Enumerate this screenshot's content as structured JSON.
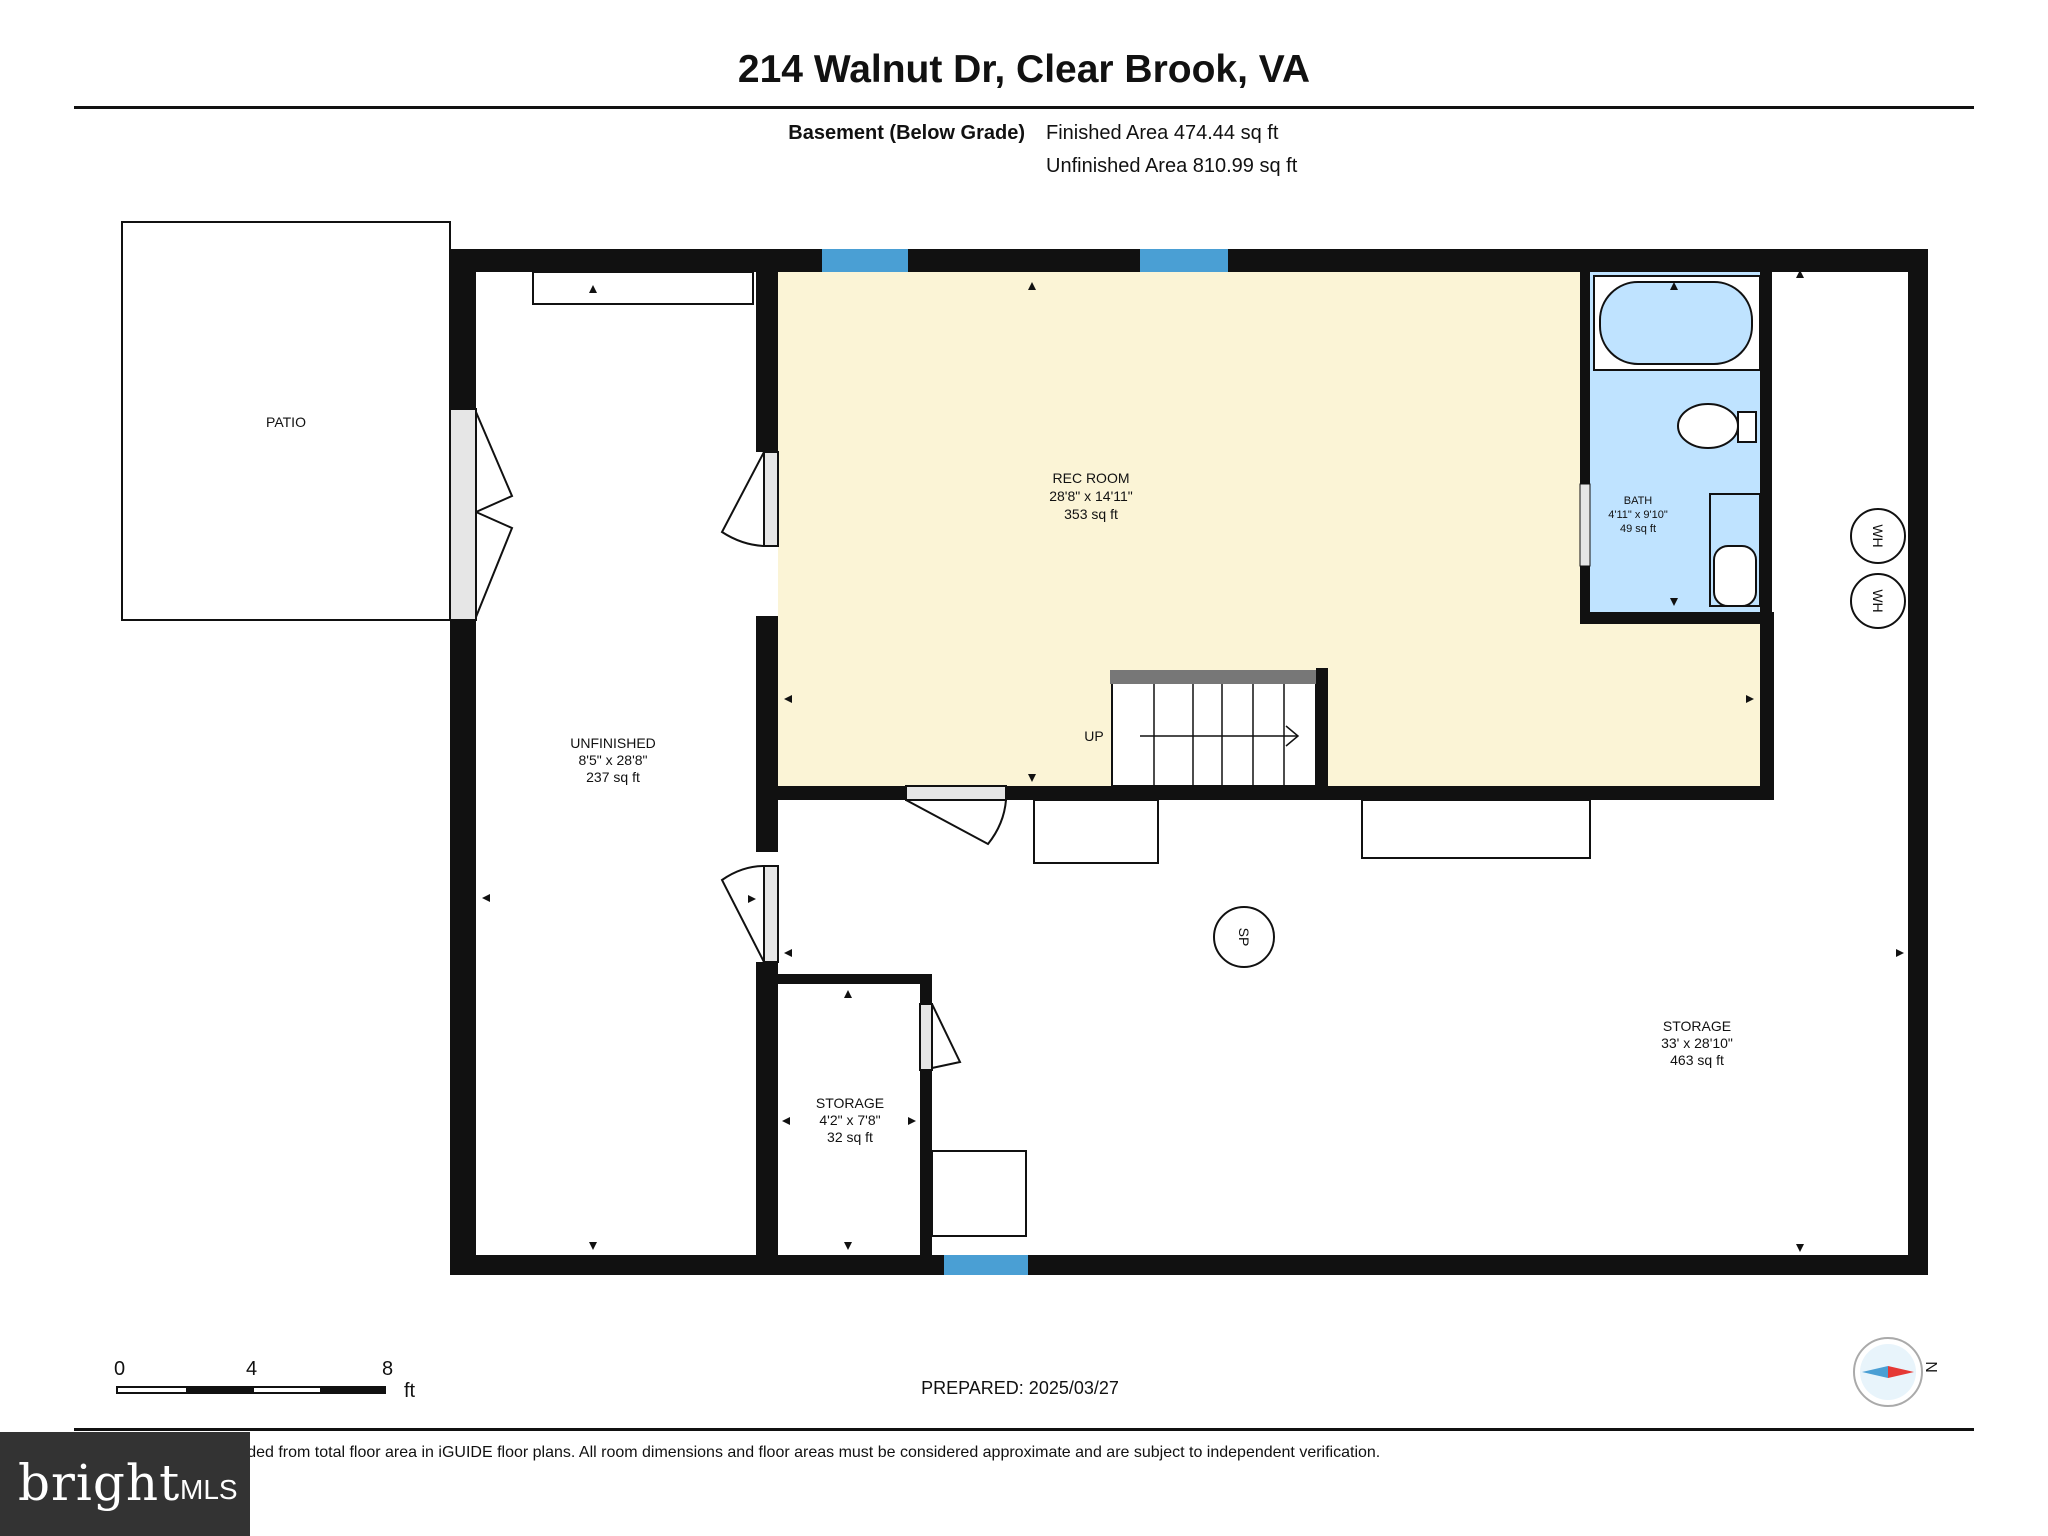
{
  "title": "214 Walnut Dr, Clear Brook, VA",
  "level": {
    "name": "Basement (Below Grade)",
    "finished_area": "Finished Area 474.44 sq ft",
    "unfinished_area": "Unfinished Area 810.99 sq ft"
  },
  "rooms": {
    "patio": {
      "name": "PATIO"
    },
    "rec_room": {
      "name": "REC ROOM",
      "dims": "28'8\" x 14'11\"",
      "area": "353 sq ft"
    },
    "bath": {
      "name": "BATH",
      "dims": "4'11\" x 9'10\"",
      "area": "49 sq ft"
    },
    "unfinished": {
      "name": "UNFINISHED",
      "dims": "8'5\" x 28'8\"",
      "area": "237 sq ft"
    },
    "storage_small": {
      "name": "STORAGE",
      "dims": "4'2\" x 7'8\"",
      "area": "32 sq ft"
    },
    "storage_large": {
      "name": "STORAGE",
      "dims": "33' x 28'10\"",
      "area": "463 sq ft"
    }
  },
  "symbols": {
    "stairs": "UP",
    "water_heater": "WH",
    "sump_pump": "SP"
  },
  "scale_bar": {
    "ticks": [
      "0",
      "4",
      "8"
    ],
    "unit": "ft"
  },
  "prepared": "PREPARED: 2025/03/27",
  "compass_label": "N",
  "disclaimer": "White regions are excluded from total floor area in iGUIDE floor plans. All room dimensions and floor areas must be considered approximate and are subject to independent verification.",
  "brand": {
    "name": "bright",
    "suffix": "MLS"
  },
  "colors": {
    "rec_room": "#fbf4d6",
    "bath": "#bfe3ff",
    "window": "#4a9fd4",
    "wall": "#111111"
  }
}
